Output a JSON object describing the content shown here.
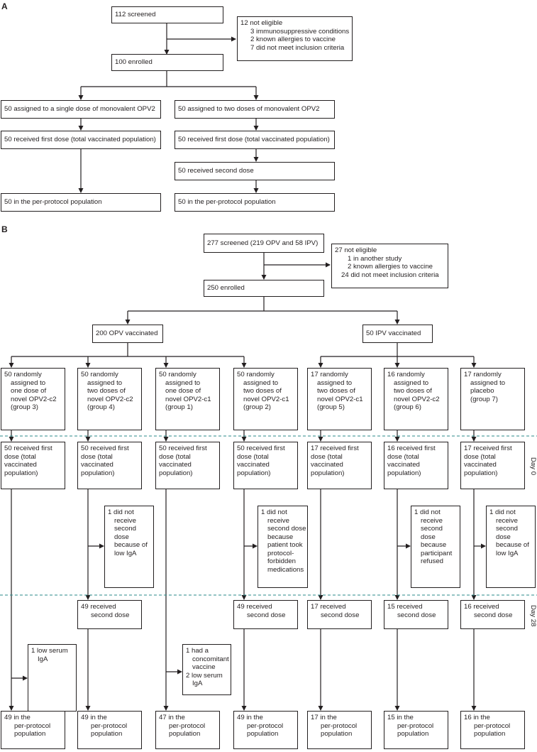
{
  "panel_a": {
    "label": "A",
    "screened": "112 screened",
    "not_eligible": {
      "title": "12 not eligible",
      "reasons": [
        "3 immunosuppressive conditions",
        "2 known allergies to vaccine",
        "7 did not meet inclusion criteria"
      ]
    },
    "enrolled": "100 enrolled",
    "arm_single": {
      "assigned": "50 assigned to a single dose of monovalent OPV2",
      "first_dose": "50 received first dose (total vaccinated population)",
      "per_protocol": "50 in the per-protocol population"
    },
    "arm_two": {
      "assigned": "50 assigned to two doses of monovalent OPV2",
      "first_dose": "50 received first dose (total vaccinated population)",
      "second_dose": "50 received second dose",
      "per_protocol": "50 in the per-protocol population"
    }
  },
  "panel_b": {
    "label": "B",
    "screened": "277 screened (219 OPV and 58 IPV)",
    "not_eligible": {
      "title": "27 not eligible",
      "reasons": [
        "1 in another study",
        "2 known allergies to vaccine",
        "24 did not meet inclusion criteria"
      ]
    },
    "enrolled": "250 enrolled",
    "opv": "200 OPV vaccinated",
    "ipv": "50 IPV vaccinated",
    "day0": "Day 0",
    "day28": "Day 28",
    "groups": [
      {
        "assigned": [
          "50 randomly",
          "assigned to",
          "one dose of",
          "novel OPV2-c2",
          "(group 3)"
        ],
        "first": [
          "50 received first",
          "dose (total",
          "vaccinated",
          "population)"
        ],
        "late_excluded": [
          "1 low serum",
          "IgA"
        ],
        "pp": [
          "49  in the",
          "per-protocol",
          "population"
        ]
      },
      {
        "assigned": [
          "50 randomly",
          "assigned to",
          "two doses of",
          "novel OPV2-c2",
          "(group 4)"
        ],
        "first": [
          "50 received first",
          "dose (total",
          "vaccinated",
          "population)"
        ],
        "excluded": [
          "1 did not",
          "receive",
          "second",
          "dose",
          "because of",
          "low IgA"
        ],
        "second": [
          "49 received",
          "second dose"
        ],
        "pp": [
          "49 in the",
          "per-protocol",
          "population"
        ]
      },
      {
        "assigned": [
          "50 randomly",
          "assigned to",
          "one dose of",
          "novel OPV2-c1",
          "(group 1)"
        ],
        "first": [
          "50 received first",
          "dose (total",
          "vaccinated",
          "population)"
        ],
        "late_excluded": [
          "1 had a",
          "concomitant",
          "vaccine",
          "2 low serum",
          "IgA"
        ],
        "pp": [
          "47 in the",
          "per-protocol",
          "population"
        ]
      },
      {
        "assigned": [
          "50 randomly",
          "assigned to",
          "two doses of",
          "novel OPV2-c1",
          "(group 2)"
        ],
        "first": [
          "50 received first",
          "dose (total",
          "vaccinated",
          "population)"
        ],
        "excluded": [
          "1 did not",
          "receive",
          "second dose",
          "because",
          "patient took",
          "protocol-",
          "forbidden",
          "medications"
        ],
        "second": [
          "49 received",
          "second dose"
        ],
        "pp": [
          "49 in the",
          "per-protocol",
          "population"
        ]
      },
      {
        "assigned": [
          "17 randomly",
          "assigned to",
          "two doses of",
          "novel OPV2-c1",
          "(group 5)"
        ],
        "first": [
          "17 received first",
          "dose (total",
          "vaccinated",
          "population)"
        ],
        "second": [
          "17 received",
          "second dose"
        ],
        "pp": [
          "17 in the",
          "per-protocol",
          "population"
        ]
      },
      {
        "assigned": [
          "16 randomly",
          "assigned to",
          "two doses of",
          "novel OPV2-c2",
          "(group 6)"
        ],
        "first": [
          "16 received first",
          "dose (total",
          "vaccinated",
          "population)"
        ],
        "excluded": [
          "1 did not",
          "receive",
          "second",
          "dose",
          "because",
          "participant",
          "refused"
        ],
        "second": [
          "15 received",
          "second dose"
        ],
        "pp": [
          "15 in the",
          "per-protocol",
          "population"
        ]
      },
      {
        "assigned": [
          "17 randomly",
          "assigned to",
          "placebo",
          "(group 7)"
        ],
        "first": [
          "17 received first",
          "dose (total",
          "vaccinated",
          "population)"
        ],
        "excluded": [
          "1 did not",
          "receive",
          "second",
          "dose",
          "because of",
          "low IgA"
        ],
        "second": [
          "16 received",
          "second dose"
        ],
        "pp": [
          "16 in the",
          "per-protocol",
          "population"
        ]
      }
    ]
  },
  "colors": {
    "line": "#231f20",
    "dashed": "#2a8a8a",
    "background": "#ffffff"
  }
}
